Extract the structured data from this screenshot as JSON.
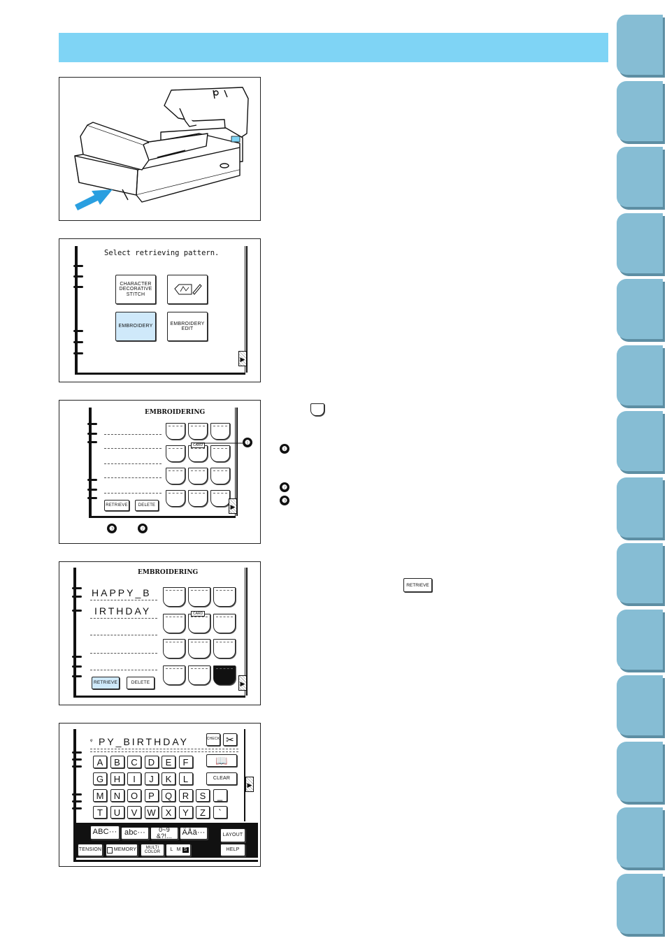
{
  "step2": {
    "prompt": "Select retrieving pattern.",
    "btn_character": "CHARACTER DECORATIVE STITCH",
    "btn_embroidery": "EMBROIDERY",
    "btn_embroidery_edit": "EMBROIDERY EDIT"
  },
  "step3": {
    "title": "EMBROIDERING",
    "card_tag": "CARD",
    "retrieve": "RETRIEVE",
    "delete": "DELETE",
    "callouts": [
      "❶",
      "❷",
      "❸"
    ]
  },
  "step4": {
    "title": "EMBROIDERING",
    "line1": "HAPPY_B",
    "line2": "IRTHDAY",
    "card_tag": "CARD",
    "retrieve": "RETRIEVE",
    "delete": "DELETE"
  },
  "step5": {
    "text": "PY_BIRTHDAY",
    "check": "CHECK",
    "clear": "CLEAR",
    "rows": [
      [
        "A",
        "B",
        "C",
        "D",
        "E",
        "F"
      ],
      [
        "G",
        "H",
        "I",
        "J",
        "K",
        "L"
      ],
      [
        "M",
        "N",
        "O",
        "P",
        "Q",
        "R",
        "S",
        "_"
      ],
      [
        "T",
        "U",
        "V",
        "W",
        "X",
        "Y",
        "Z",
        "`"
      ]
    ],
    "tabs": [
      "ABC···",
      "abc···",
      "0~9 &?!...",
      "ÄÅä···"
    ],
    "layout": "LAYOUT",
    "tension": "TENSION",
    "memory": "MEMORY",
    "multi_color": "MULTI COLOR",
    "size": [
      "L",
      "M",
      "S"
    ],
    "help": "HELP"
  },
  "inline": {
    "retrieve": "RETRIEVE"
  }
}
